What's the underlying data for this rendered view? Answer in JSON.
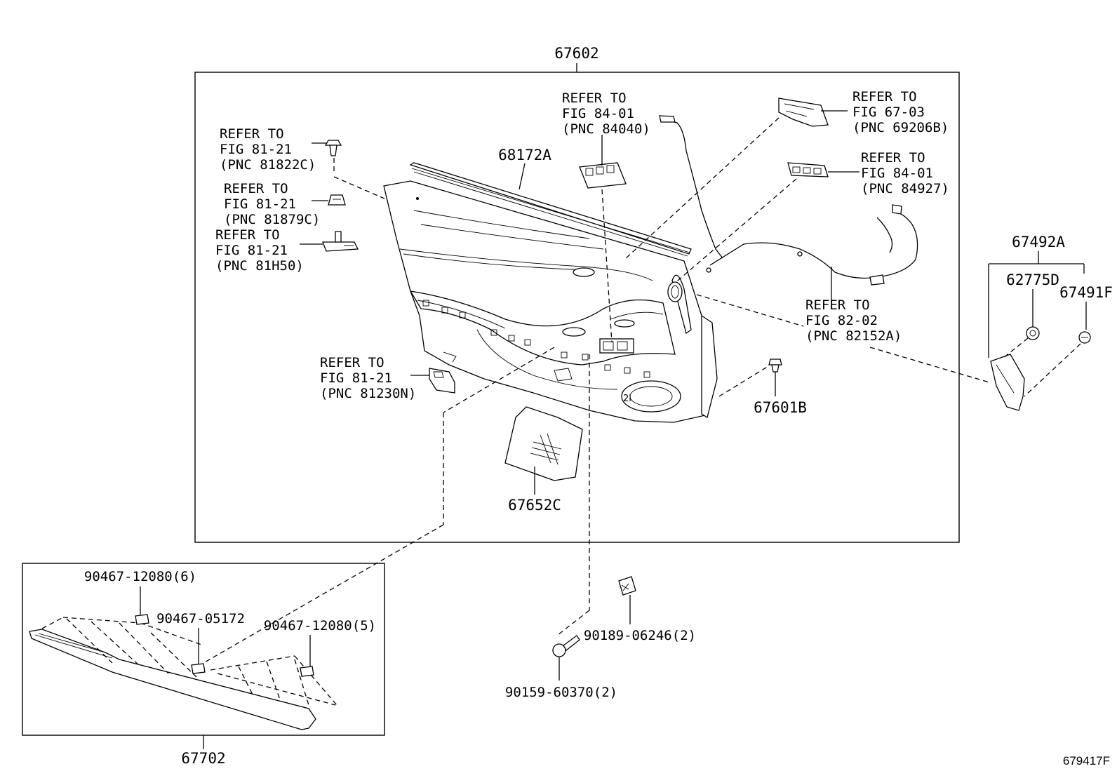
{
  "diagram_id": "679417F",
  "main_assembly": "67602",
  "sill_assembly": "67702",
  "refer_notes": [
    {
      "id": "ref-81822c",
      "lines": [
        "REFER TO",
        "FIG 81-21",
        "(PNC 81822C)"
      ]
    },
    {
      "id": "ref-81879c",
      "lines": [
        "REFER TO",
        "FIG 81-21",
        "(PNC 81879C)"
      ]
    },
    {
      "id": "ref-81h50",
      "lines": [
        "REFER TO",
        "FIG 81-21",
        "(PNC 81H50)"
      ]
    },
    {
      "id": "ref-84040",
      "lines": [
        "REFER TO",
        "FIG 84-01",
        "(PNC 84040)"
      ]
    },
    {
      "id": "ref-69206b",
      "lines": [
        "REFER TO",
        "FIG 67-03",
        "(PNC 69206B)"
      ]
    },
    {
      "id": "ref-84927",
      "lines": [
        "REFER TO",
        "FIG 84-01",
        "(PNC 84927)"
      ]
    },
    {
      "id": "ref-82152a",
      "lines": [
        "REFER TO",
        "FIG 82-02",
        "(PNC 82152A)"
      ]
    },
    {
      "id": "ref-81230n",
      "lines": [
        "REFER TO",
        "FIG 81-21",
        "(PNC 81230N)"
      ]
    }
  ],
  "parts": {
    "p68172a": "68172A",
    "p67601b": "67601B",
    "p67652c": "67652C",
    "p67492a": "67492A",
    "p62775d": "62775D",
    "p67491f": "67491F",
    "p90467_12080_6": "90467-12080(6)",
    "p90467_05172": "90467-05172",
    "p90467_12080_5": "90467-12080(5)",
    "p90189_06246": "90189-06246(2)",
    "p90159_60370": "90159-60370(2)"
  }
}
